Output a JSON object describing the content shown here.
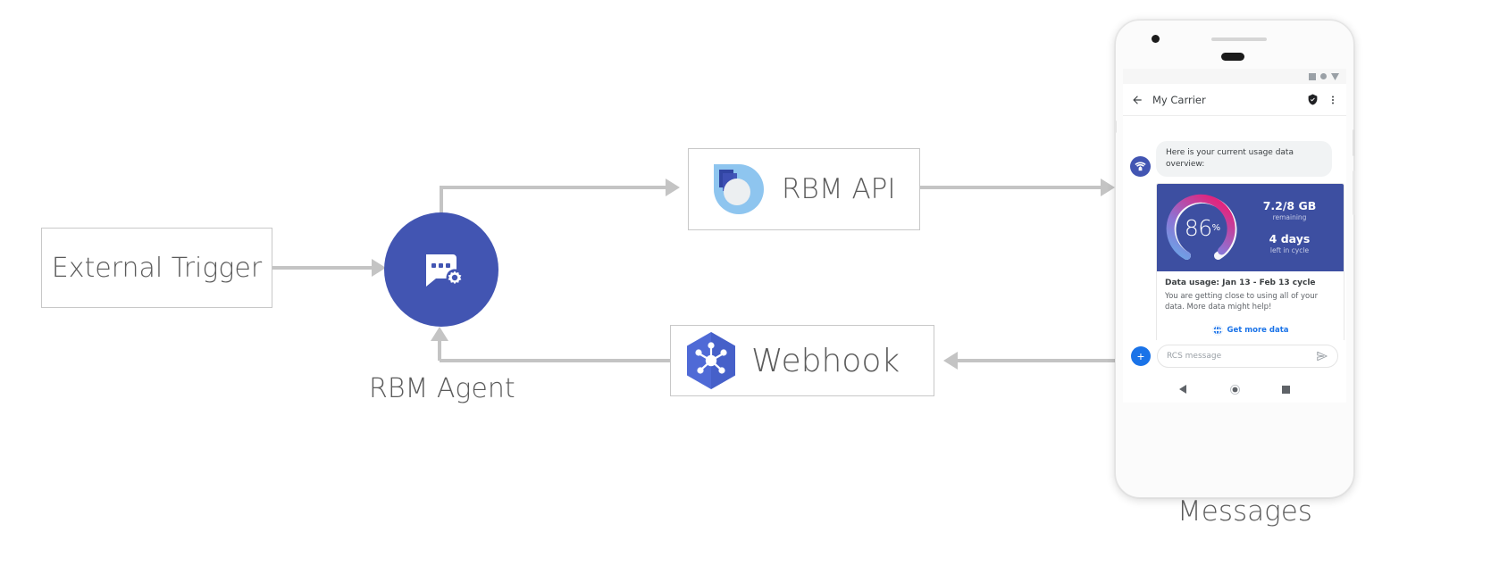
{
  "diagram": {
    "nodes": {
      "external_trigger": {
        "label": "External Trigger"
      },
      "rbm_agent": {
        "label": "RBM Agent",
        "icon": "chat-gear-icon",
        "color": "#4255b2"
      },
      "rbm_api": {
        "label": "RBM API",
        "icon": "rbm-droplet-icon"
      },
      "webhook": {
        "label": "Webhook",
        "icon": "hexagon-nodes-icon",
        "color": "#4f6ad6"
      },
      "messages": {
        "label": "Messages"
      }
    },
    "connector_color": "#c4c4c4"
  },
  "phone": {
    "status_bar": {
      "icons": [
        "signal-icon",
        "dot-icon",
        "battery-icon"
      ]
    },
    "app_bar": {
      "back_icon": "back-arrow-icon",
      "title": "My Carrier",
      "verified_icon": "verified-shield-icon",
      "overflow_icon": "more-vert-icon"
    },
    "conversation": {
      "avatar_icon": "carrier-wifi-icon",
      "message": "Here is your current usage data overview:"
    },
    "rich_card": {
      "gauge": {
        "percent": "86",
        "percent_sign": "%",
        "value": 86
      },
      "stats": [
        {
          "big": "7.2/8 GB",
          "small": "remaining"
        },
        {
          "big": "4 days",
          "small": "left in cycle"
        }
      ],
      "title": "Data usage: Jan 13 - Feb 13 cycle",
      "description": "You are getting close to using all of your data. More data might help!",
      "action": {
        "icon": "globe-icon",
        "label": "Get more data"
      },
      "hero_bg": "#3d4fa1",
      "link_color": "#1a73e8"
    },
    "composer": {
      "plus_icon": "plus-icon",
      "placeholder": "RCS message",
      "send_icon": "send-icon"
    },
    "nav_bar": {
      "back_icon": "nav-back-triangle-icon",
      "home_icon": "nav-home-circle-icon",
      "recents_icon": "nav-recents-square-icon"
    }
  }
}
